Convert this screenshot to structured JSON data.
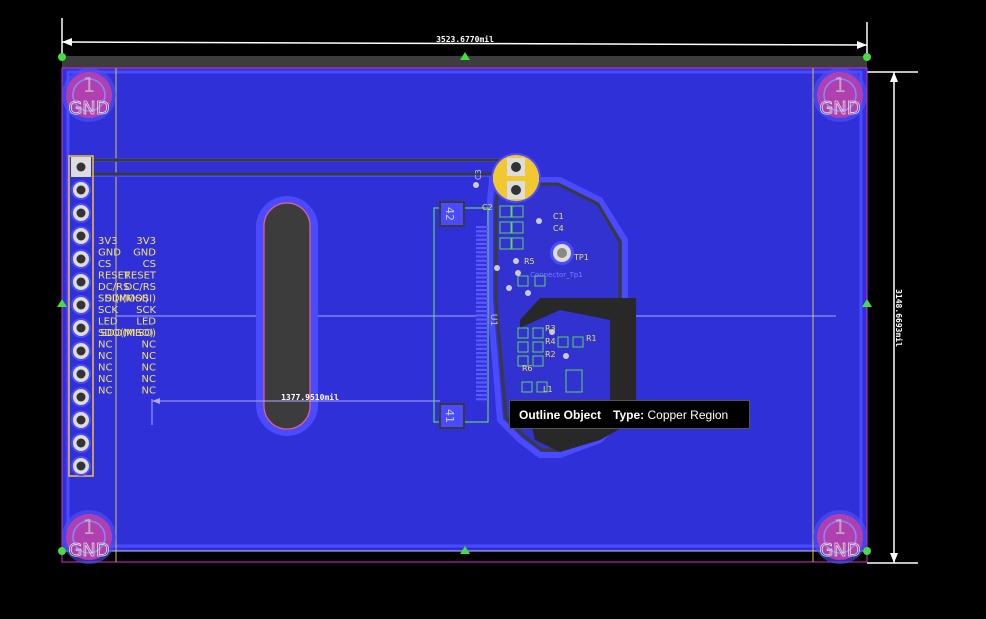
{
  "dimensions": {
    "width_label": "3523.6770mil",
    "height_label": "3148.6693mil",
    "measure_label": "1377.9510mil"
  },
  "holes": [
    {
      "num": "1",
      "net": "GND"
    },
    {
      "num": "1",
      "net": "GND"
    },
    {
      "num": "1",
      "net": "GND"
    },
    {
      "num": "1",
      "net": "GND"
    }
  ],
  "header_pins": {
    "left_labels": [
      "3V3",
      "GND",
      "CS",
      "RESET",
      "DC/RS",
      "SDI(MOSI)",
      "SCK",
      "LED",
      "SDO(MISO)",
      "NC",
      "NC",
      "NC",
      "NC",
      "NC"
    ],
    "right_labels": [
      "3V3",
      "GND",
      "CS",
      "RESET",
      "DC/RS",
      "SDI(MOSI)",
      "SCK",
      "LED",
      "SDO(MISO)",
      "NC",
      "NC",
      "NC",
      "NC",
      "NC"
    ]
  },
  "components": {
    "c3": "C3",
    "c2": "C2",
    "c1": "C1",
    "c4": "C4",
    "r5": "R5",
    "tp1": "TP1",
    "connector": "Connector_Tp1",
    "u1": "U1",
    "pin42": "42",
    "pin41": "41",
    "r3": "R3",
    "r4": "R4",
    "r2": "R2",
    "r1": "R1",
    "r6": "R6",
    "l1": "L1"
  },
  "tooltip": {
    "title": "Outline Object",
    "type_label": "Type:",
    "type_value": "Copper Region"
  },
  "colors": {
    "board": "#3030d8",
    "copper_pour": "#3a3aee",
    "outline": "#e040c0",
    "silkscreen": "#f2e26a",
    "pad_green": "#5fd35f",
    "keepout": "#d8d8ff"
  }
}
